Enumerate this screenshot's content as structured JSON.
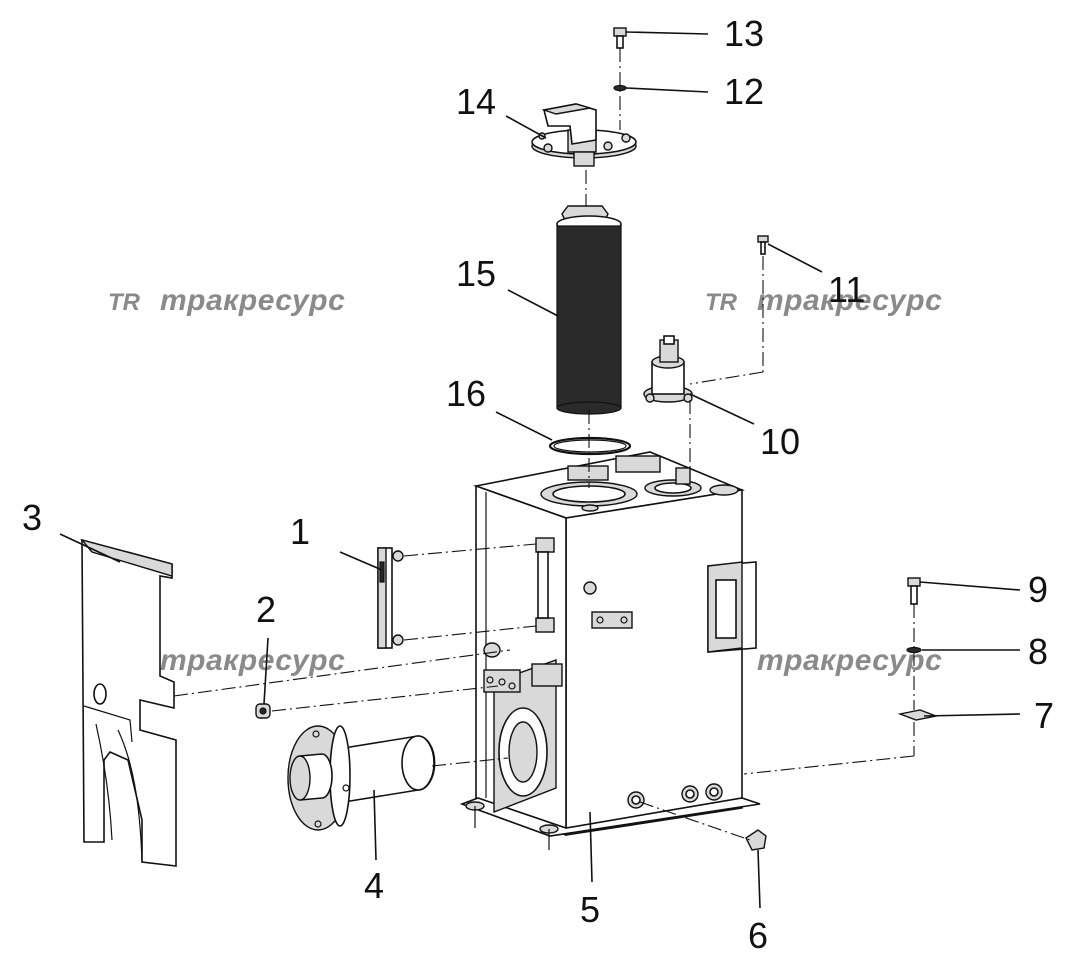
{
  "diagram": {
    "callouts": [
      {
        "id": "1",
        "label": "1"
      },
      {
        "id": "2",
        "label": "2"
      },
      {
        "id": "3",
        "label": "3"
      },
      {
        "id": "4",
        "label": "4"
      },
      {
        "id": "5",
        "label": "5"
      },
      {
        "id": "6",
        "label": "6"
      },
      {
        "id": "7",
        "label": "7"
      },
      {
        "id": "8",
        "label": "8"
      },
      {
        "id": "9",
        "label": "9"
      },
      {
        "id": "10",
        "label": "10"
      },
      {
        "id": "11",
        "label": "11"
      },
      {
        "id": "12",
        "label": "12"
      },
      {
        "id": "13",
        "label": "13"
      },
      {
        "id": "14",
        "label": "14"
      },
      {
        "id": "15",
        "label": "15"
      },
      {
        "id": "16",
        "label": "16"
      }
    ],
    "watermark": {
      "logo": "TR",
      "text": "тракресурс"
    },
    "colors": {
      "line": "#111111",
      "watermark": "#8a8a8a",
      "filter_element": "#2a2a2a",
      "background": "#ffffff"
    }
  }
}
